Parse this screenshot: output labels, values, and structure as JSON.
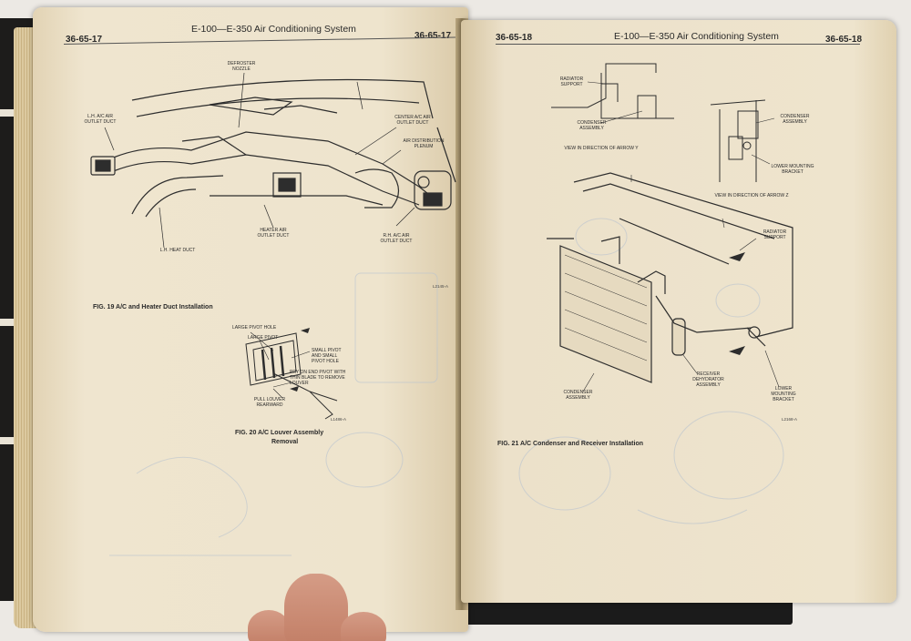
{
  "left_page": {
    "page_number_left": "36-65-17",
    "page_number_right": "36-65-17",
    "header_title": "E-100—E-350 Air Conditioning System",
    "figure1": {
      "caption": "FIG. 19 A/C and Heater Duct Installation",
      "code": "L2145-A",
      "labels": {
        "defroster": "DEFROSTER\nNOZZLE",
        "lh_ac": "L.H. A/C AIR\nOUTLET DUCT",
        "center": "CENTER A/C AIR\nOUTLET DUCT",
        "plenum": "AIR DISTRIBUTION\nPLENUM",
        "heater": "HEATER AIR\nOUTLET DUCT",
        "rh_ac": "R.H. A/C AIR\nOUTLET DUCT",
        "lh_heat": "L.H. HEAT DUCT"
      }
    },
    "figure2": {
      "caption_line1": "FIG. 20 A/C Louver Assembly",
      "caption_line2": "Removal",
      "code": "L1486-A",
      "labels": {
        "large_hole": "LARGE PIVOT HOLE",
        "large_pivot": "LARGE PIVOT",
        "small_pivot": "SMALL PIVOT\nAND SMALL\nPIVOT HOLE",
        "pry": "PRY ON END PIVOT WITH\nTHIN BLADE TO REMOVE\nLOUVER",
        "pull": "PULL LOUVER\nREARWARD"
      }
    }
  },
  "right_page": {
    "page_number_left": "36-65-18",
    "page_number_right": "36-65-18",
    "header_title": "E-100—E-350 Air Conditioning System",
    "figure": {
      "caption": "FIG. 21 A/C Condenser and Receiver Installation",
      "code": "L2168-A",
      "labels": {
        "rad_support_top": "RADIATOR\nSUPPORT",
        "condenser_top": "CONDENSER\nASSEMBLY",
        "view_y": "VIEW IN DIRECTION OF ARROW Y",
        "condenser_z": "CONDENSER\nASSEMBLY",
        "lower_bracket_z": "LOWER MOUNTING\nBRACKET",
        "view_z": "VIEW IN DIRECTION OF ARROW Z",
        "rad_support": "RADIATOR\nSUPPORT",
        "condenser_main": "CONDENSER\nASSEMBLY",
        "receiver": "RECEIVER\nDEHYDRATOR\nASSEMBLY",
        "lower_bracket": "LOWER\nMOUNTING\nBRACKET"
      }
    }
  }
}
